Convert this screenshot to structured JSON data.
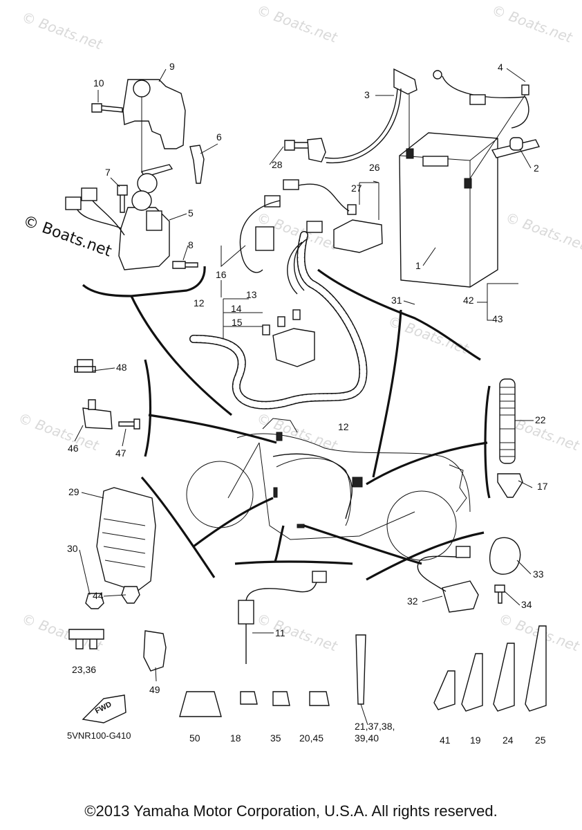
{
  "watermarks": [
    "© Boats.net",
    "© Boats.net",
    "© Boats.net",
    "© Boats.net",
    "© Boats.net",
    "© Boats.net",
    "© Boats.net",
    "© Boats.net",
    "© Boats.net",
    "© Boats.net",
    "© Boats.net",
    "© Boats.net"
  ],
  "watermark_main": "© Boats.net",
  "labels": {
    "p1": "1",
    "p2": "2",
    "p3": "3",
    "p4": "4",
    "p5": "5",
    "p6": "6",
    "p7": "7",
    "p8": "8",
    "p9": "9",
    "p10": "10",
    "p11": "11",
    "p12a": "12",
    "p12b": "12",
    "p13": "13",
    "p14": "14",
    "p15": "15",
    "p16": "16",
    "p17": "17",
    "p18": "18",
    "p19": "19",
    "p22": "22",
    "p23_36": "23,36",
    "p24": "24",
    "p25": "25",
    "p26": "26",
    "p27": "27",
    "p28": "28",
    "p29": "29",
    "p30": "30",
    "p31": "31",
    "p32": "32",
    "p33": "33",
    "p34": "34",
    "p35": "35",
    "p20_45": "20,45",
    "p21a": "21,37,38,",
    "p21b": "39,40",
    "p41": "41",
    "p42": "42",
    "p43": "43",
    "p44": "44",
    "p46": "46",
    "p47": "47",
    "p48": "48",
    "p49": "49",
    "p50": "50"
  },
  "fwd_arrow_text": "FWD",
  "diagram_code": "5VNR100-G410",
  "copyright": "©2013 Yamaha Motor Corporation, U.S.A. All rights reserved."
}
